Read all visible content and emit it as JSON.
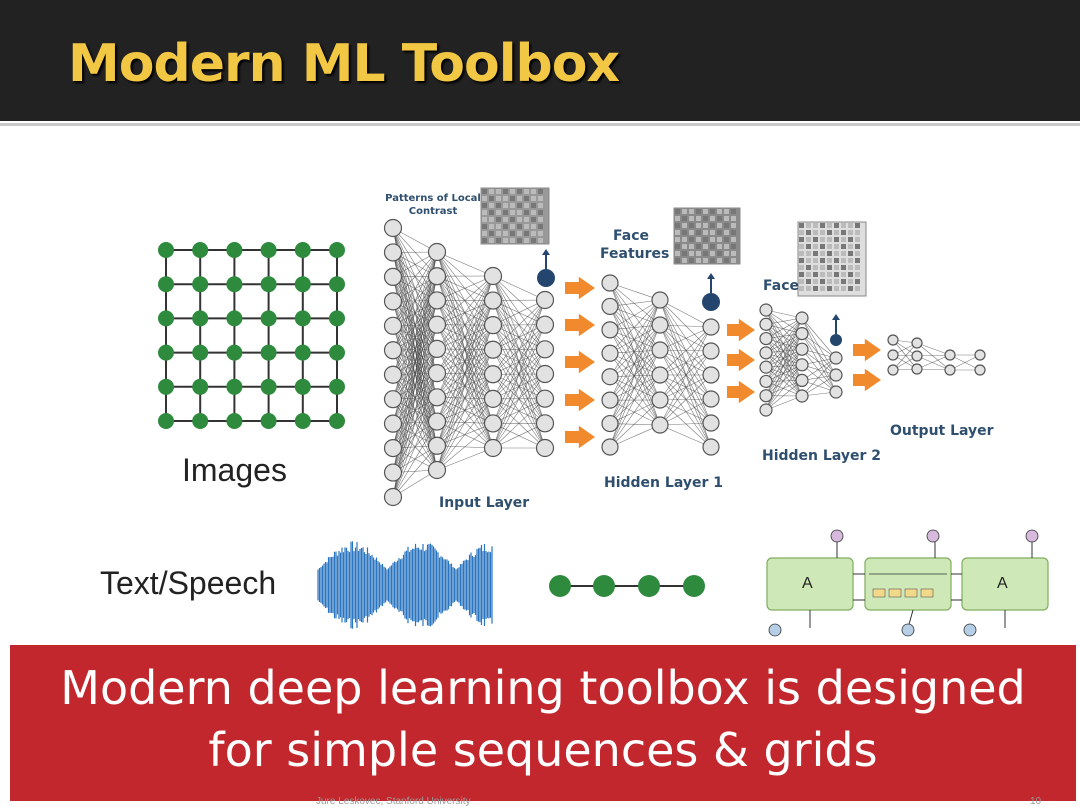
{
  "slide": {
    "title": "Modern ML Toolbox",
    "banner_line1": "Modern deep learning toolbox is designed",
    "banner_line2": "for simple sequences & grids",
    "footer": "Jure Leskovec, Stanford University",
    "page_number": "10"
  },
  "labels": {
    "images": "Images",
    "text_speech": "Text/Speech",
    "input_layer": "Input Layer",
    "hidden_layer_1": "Hidden Layer 1",
    "hidden_layer_2": "Hidden Layer 2",
    "output_layer": "Output Layer",
    "patterns": "Patterns of Local Contrast",
    "face_features": "Face Features",
    "face": "Face",
    "rnn_cell": "A"
  },
  "colors": {
    "header_bg": "#222222",
    "title": "#f2c744",
    "node_green": "#2e8b3e",
    "arrow_orange": "#f08a2c",
    "waveform_blue": "#2a75c0",
    "banner_red": "#c1272d",
    "rnn_cell": "#cfe8b8"
  }
}
